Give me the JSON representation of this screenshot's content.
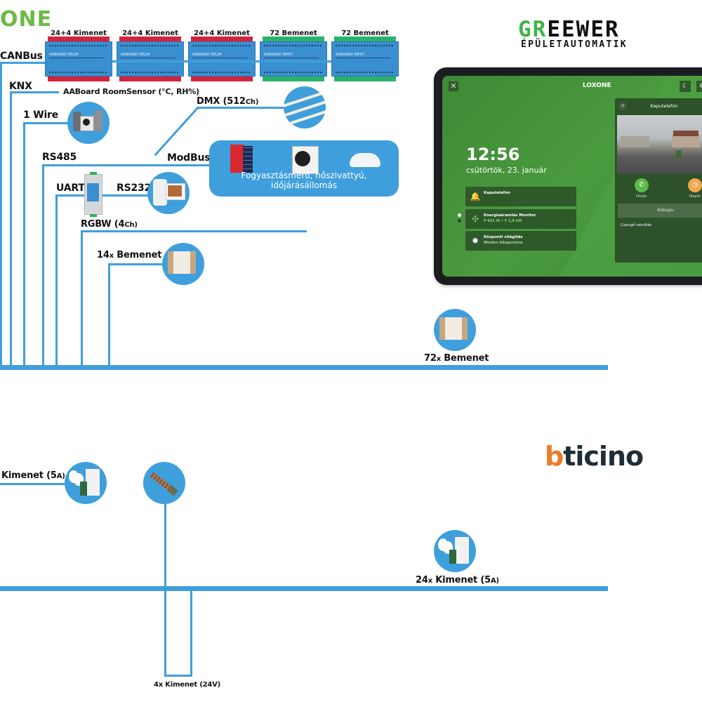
{
  "brand": {
    "loxone_logo_fragment": "ONE",
    "greewer_accent": "GR",
    "greewer_rest": "EEWER",
    "greewer_subtitle": "ÉPÜLETAUTOMATIK",
    "bticino_first": "b",
    "bticino_rest": "ticino",
    "colors": {
      "wire": "#3f9fdc",
      "loxone_green": "#6cba44",
      "greewer_green": "#3fb34a",
      "bticino_orange": "#ee7a2a",
      "bticino_dark": "#1f2d38",
      "relay_red": "#d4233c",
      "input_green": "#2bb26a"
    }
  },
  "modules": [
    {
      "title": "24+4 Kimenet",
      "label": "AABOARD RELAY",
      "type": "relay"
    },
    {
      "title": "24+4 Kimenet",
      "label": "AABOARD RELAY",
      "type": "relay"
    },
    {
      "title": "24+4 Kimenet",
      "label": "AABOARD RELAY",
      "type": "relay"
    },
    {
      "title": "72 Bemenet",
      "label": "AABOARD INPUT",
      "type": "input"
    },
    {
      "title": "72 Bemenet",
      "label": "AABOARD INPUT",
      "type": "input"
    }
  ],
  "buses": {
    "canbus": "CANBus",
    "knx": "KNX",
    "roomsensor": "AABoard RoomSensor (°C, RH%)",
    "onewire": "1 Wire",
    "dmx": "DMX (512",
    "dmx_suffix": "Ch)",
    "rs485": "RS485",
    "modbus": "ModBus",
    "modbus_devices": "Fogyasztásmérő, hőszivattyú, időjárásállomás",
    "uart": "UART",
    "rs232": "RS232",
    "rgbw": "RGBW (4",
    "rgbw_suffix": "Ch)",
    "inputs14_num": "14",
    "inputs14_x": "x",
    "inputs14_label": " Bemenet",
    "inputs72_num": "72",
    "inputs72_x": "x",
    "inputs72_label": " Bemenet"
  },
  "outputs": {
    "left_label": "Kimenet (5",
    "left_suffix": "A)",
    "out24_num": "24",
    "out24_x": "x",
    "out24_label": " Kimenet (5",
    "out24_suffix": "A)",
    "out4_label": "4x Kimenet (24V)"
  },
  "tablet": {
    "brand": "LOXONE",
    "time": "12:56",
    "date": "csütörtök, 23. január",
    "cards": [
      {
        "title": "Kaputelefon",
        "subtitle": "",
        "icon": "bell-icon"
      },
      {
        "title": "Energiaáramlás Monitor",
        "subtitle": "P 661 W • F 2,8 kW",
        "icon": "energy-flow-icon"
      },
      {
        "title": "Központi világítás",
        "subtitle": "Minden kikapcsolva",
        "icon": "lightbulb-icon"
      }
    ],
    "intercom": {
      "title": "Kaputelefon",
      "call_label": "Hívás",
      "log_label": "Napló",
      "gate_button": "Kiskapu",
      "mute_label": "Csengő némítás"
    }
  }
}
